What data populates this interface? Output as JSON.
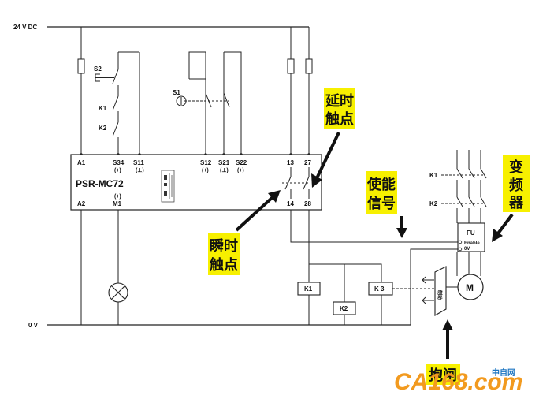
{
  "supply": {
    "plus": "24 V DC",
    "zero": "0 V"
  },
  "relay": {
    "model": "PSR-MC72",
    "top_terminals": [
      {
        "name": "A1",
        "sub": ""
      },
      {
        "name": "S34",
        "sub": "(+)"
      },
      {
        "name": "S11",
        "sub": "(⊥)"
      },
      {
        "name": "S12",
        "sub": "(+)"
      },
      {
        "name": "S21",
        "sub": "(⊥)"
      },
      {
        "name": "S22",
        "sub": "(+)"
      },
      {
        "name": "13",
        "sub": ""
      },
      {
        "name": "27",
        "sub": ""
      }
    ],
    "bottom_terminals": [
      {
        "name": "A2",
        "sub": ""
      },
      {
        "name": "M1",
        "sub": "(+)"
      },
      {
        "name": "14",
        "sub": ""
      },
      {
        "name": "28",
        "sub": ""
      }
    ]
  },
  "switches": {
    "s1": "S1",
    "s2": "S2",
    "k1": "K1",
    "k2": "K2"
  },
  "coils": {
    "k1": "K1",
    "k2": "K2",
    "k3": "K 3"
  },
  "motor_side": {
    "k1": "K1",
    "k2": "K2",
    "drive": "FU",
    "enable": "Enable",
    "zero": "0V",
    "motor": "M",
    "brake": "制动"
  },
  "callouts": {
    "delay": [
      "延时",
      "触点"
    ],
    "instant": [
      "瞬时",
      "触点"
    ],
    "enable": [
      "使能",
      "信号"
    ],
    "inverter": [
      "变",
      "频",
      "器"
    ],
    "brake": "抱闸"
  },
  "watermark": {
    "text": "CA168.com",
    "cn": "中自网"
  },
  "colors": {
    "callout_fill": "#f7f000",
    "wire": "#222222",
    "watermark_orange": "#f29a1f",
    "watermark_blue": "#1d76c2"
  }
}
